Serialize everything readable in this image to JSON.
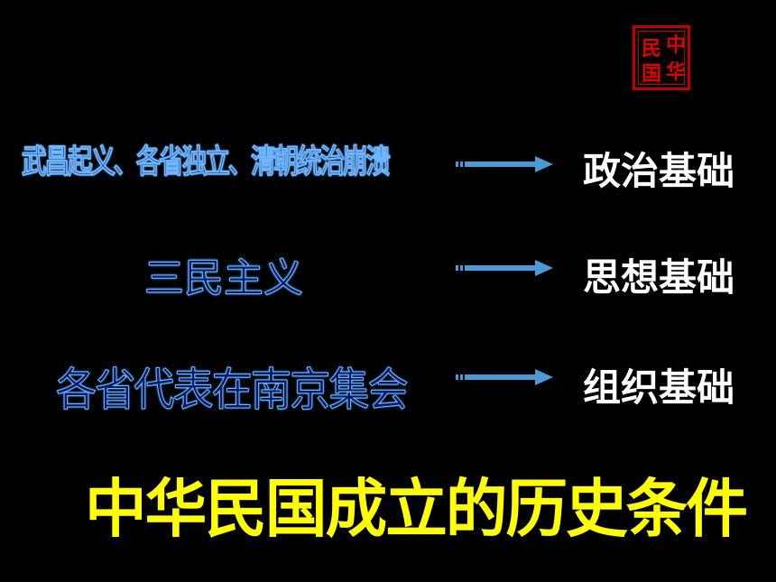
{
  "seal": {
    "top_right": "中",
    "top_left": "民",
    "bottom_right": "华",
    "bottom_left": "国"
  },
  "rows": [
    {
      "left": "武昌起义、各省独立、清朝统治崩溃",
      "right": "政治基础"
    },
    {
      "left": "三民主义",
      "right": "思想基础"
    },
    {
      "left": "各省代表在南京集会",
      "right": "组织基础"
    }
  ],
  "title": "中华民国成立的历史条件",
  "colors": {
    "background": "#000000",
    "left_text_fill": "#0a1a6a",
    "left_text_glow": "#6fb6ff",
    "right_text": "#ffffff",
    "arrow": "#4a9ad8",
    "title": "#ffff00",
    "seal": "#c00000"
  }
}
